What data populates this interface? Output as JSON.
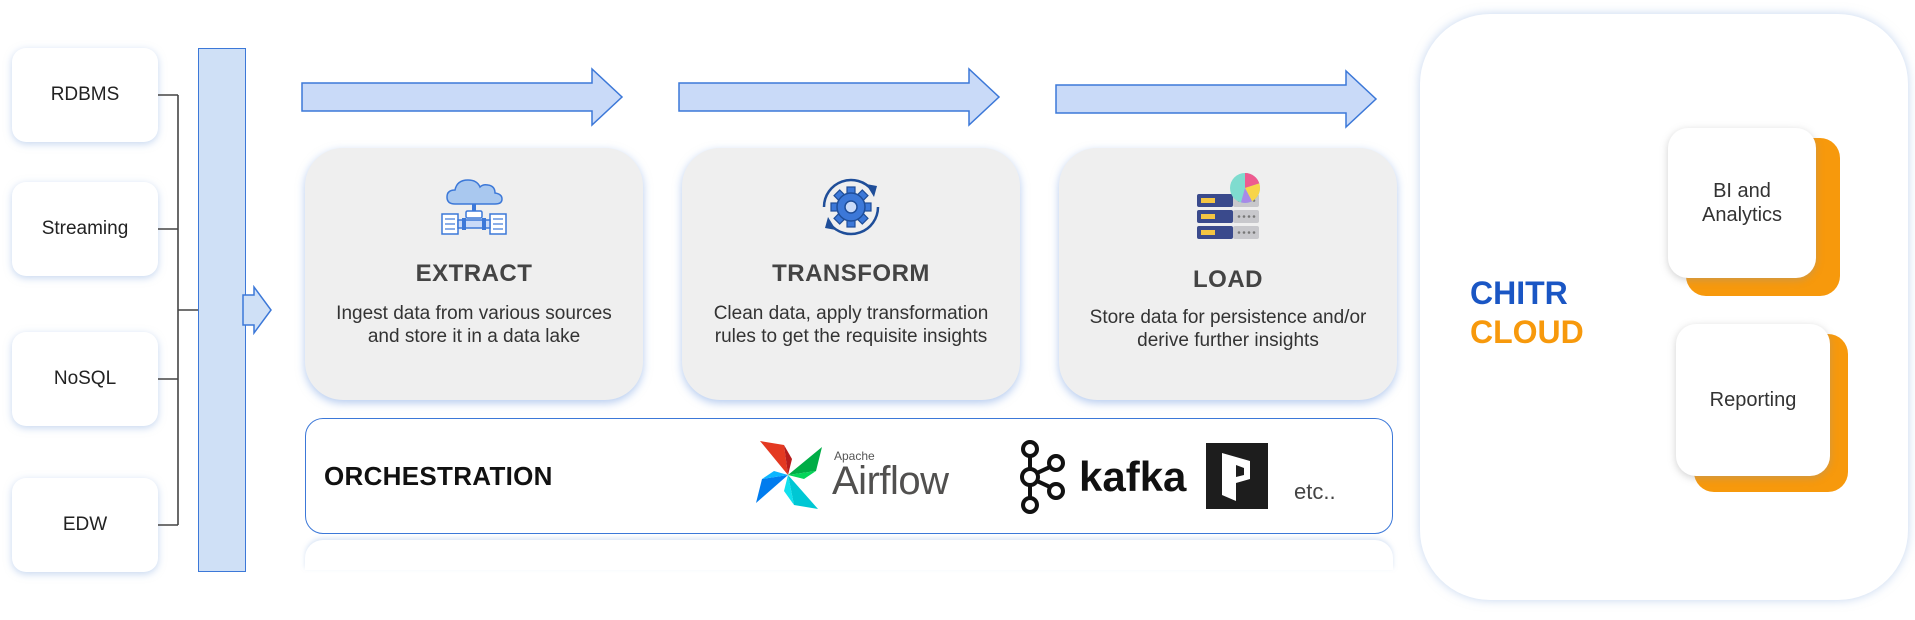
{
  "sources": [
    "RDBMS",
    "Streaming",
    "NoSQL",
    "EDW"
  ],
  "stages": [
    {
      "title": "EXTRACT",
      "description": "Ingest data from various sources and store it in a data lake",
      "icon": "cloud-pipeline-icon"
    },
    {
      "title": "TRANSFORM",
      "description": "Clean data, apply transformation rules to get the requisite insights",
      "icon": "refresh-gear-icon"
    },
    {
      "title": "LOAD",
      "description": "Store data for persistence and/or derive further insights",
      "icon": "server-stack-icon"
    }
  ],
  "orchestration": {
    "label": "ORCHESTRATION",
    "tools": {
      "airflow_prefix": "Apache",
      "airflow_name": "Airflow",
      "kafka_name": "kafka",
      "etc": "etc.."
    }
  },
  "cloud": {
    "line1": "CHITR",
    "line2": "CLOUD",
    "line1_color": "#1a56c4",
    "line2_color": "#f7990c"
  },
  "outputs": [
    "BI and Analytics",
    "Reporting"
  ],
  "colors": {
    "arrow_fill": "#c9daf8",
    "arrow_stroke": "#3c78d8",
    "accent_orange": "#f7990c",
    "card_bg": "#efefef"
  }
}
